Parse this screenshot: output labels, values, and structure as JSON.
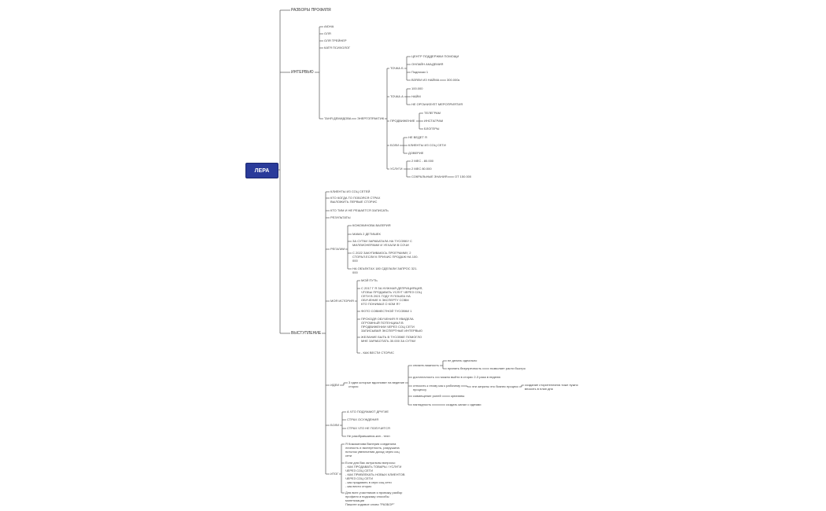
{
  "root": "ЛЕРА",
  "nodes": [
    {
      "id": "razbory",
      "text": "РАЗБОРЫ ПРОФИЛЯ",
      "parent": "root"
    },
    {
      "id": "intervyu",
      "text": "ИНТЕРВЬЮ",
      "parent": "root"
    },
    {
      "id": "i1",
      "text": "АЮНА",
      "parent": "intervyu"
    },
    {
      "id": "i2",
      "text": "ОЛЯ",
      "parent": "intervyu"
    },
    {
      "id": "i3",
      "text": "ОЛЯ ТРЕЙНЕР",
      "parent": "intervyu"
    },
    {
      "id": "i4",
      "text": "КАТЯ ПСИХОЛОГ",
      "parent": "intervyu"
    },
    {
      "id": "tanya",
      "text": "ТАНЯ ДЕМИДОВА",
      "parent": "intervyu"
    },
    {
      "id": "energo",
      "text": "ЭНЕРГОПРАКТИК",
      "parent": "tanya"
    },
    {
      "id": "tochkab",
      "text": "ТОЧКА Б",
      "parent": "energo"
    },
    {
      "id": "b1",
      "text": "ЦЕНТР ПОДДЕРЖКИ ПОМОЩИ",
      "parent": "tochkab"
    },
    {
      "id": "b2",
      "text": "ОНЛАЙН АКАДЕМИЯ",
      "parent": "tochkab"
    },
    {
      "id": "b3",
      "text": "Подписки 1",
      "parent": "tochkab"
    },
    {
      "id": "b4",
      "text": "ВЗЯЛИ ИЗ НАЙМА",
      "parent": "tochkab"
    },
    {
      "id": "b4a",
      "text": "300.000к",
      "parent": "b4"
    },
    {
      "id": "tochkaa",
      "text": "ТОЧКА А",
      "parent": "energo"
    },
    {
      "id": "a1",
      "text": "100.000",
      "parent": "tochkaa"
    },
    {
      "id": "a2",
      "text": "НАЙМ",
      "parent": "tochkaa"
    },
    {
      "id": "a3",
      "text": "НЕ ОРГАНИЗУЕТ МЕРОПРИЯТИЯ",
      "parent": "tochkaa"
    },
    {
      "id": "prod",
      "text": "ПРОДВИЖЕНИЕ",
      "parent": "energo"
    },
    {
      "id": "p1",
      "text": "ТЕЛЕГРАМ",
      "parent": "prod"
    },
    {
      "id": "p2",
      "text": "ИНСТАГРАМ",
      "parent": "prod"
    },
    {
      "id": "p3",
      "text": "БЛОГЕРЫ",
      "parent": "prod"
    },
    {
      "id": "boli",
      "text": "БОЛИ",
      "parent": "energo"
    },
    {
      "id": "bo1",
      "text": "НЕ ВЕДЕТ Я",
      "parent": "boli"
    },
    {
      "id": "bo2",
      "text": "КЛИЕНТЫ ИЗ СОЦ СЕТИ",
      "parent": "boli"
    },
    {
      "id": "bo3",
      "text": "ДОВЕРИЕ",
      "parent": "boli"
    },
    {
      "id": "uslugi",
      "text": "УСЛУГИ",
      "parent": "energo"
    },
    {
      "id": "u1",
      "text": "2 МЕС - 80.000",
      "parent": "uslugi"
    },
    {
      "id": "u2",
      "text": "2 МЕС 80.000",
      "parent": "uslugi"
    },
    {
      "id": "u3",
      "text": "СОКРАЛЬНЫЕ ЗНАНИЯ",
      "parent": "uslugi"
    },
    {
      "id": "u3a",
      "text": "ОТ 150.000",
      "parent": "u3"
    },
    {
      "id": "vyst",
      "text": "ВЫСТУПЛЕНИЕ",
      "parent": "root"
    },
    {
      "id": "v1",
      "text": "КЛИЕНТЫ ИЗ СОЦ СЕТЕЙ",
      "parent": "vyst"
    },
    {
      "id": "v2",
      "text": "КТО КОГДА ТО ПОБОЯСЯ СТРАХ\nВЫЛОЖИТЬ ПЕРВЫЕ СТОРИС",
      "parent": "vyst"
    },
    {
      "id": "v3",
      "text": "КТО ТИМ И НЕ РЕШАЕТСЯ ЗАПИСАТЬ",
      "parent": "vyst"
    },
    {
      "id": "v4",
      "text": "РЕЗУЛЬТАТЫ",
      "parent": "vyst"
    },
    {
      "id": "regalii",
      "text": "РЕГАЛИИ",
      "parent": "vyst"
    },
    {
      "id": "r1",
      "text": "КОЖОКИНОВА ВАЛЕРИЯ",
      "parent": "regalii"
    },
    {
      "id": "r2",
      "text": "МАМА 2 ДЕТИШЕК",
      "parent": "regalii"
    },
    {
      "id": "r3",
      "text": "ЗА СУТКИ ЗАРАБАТАЛА НА ТУСОВКУ С\nМИЛЛИОНЕРАМИ И УЕХАЛИ В СОЧИ",
      "parent": "regalii"
    },
    {
      "id": "r4",
      "text": "С 2022 ЗАКУПИВАЮСЬ ПРОГРАММУ, 2\nСТОРАЛ.ЕСЛИ К ПРИЧИС ПРОДАЖ НА 100.\n000",
      "parent": "regalii"
    },
    {
      "id": "r5",
      "text": "НА ОБЪЕКТАХ 180 СДЕЛАЛИ ЗАПРОС 321.\n000",
      "parent": "regalii"
    },
    {
      "id": "moya",
      "text": "МОЯ ИСТОРИЯ",
      "parent": "vyst"
    },
    {
      "id": "m1",
      "text": "МОЙ ПУТЬ",
      "parent": "moya"
    },
    {
      "id": "m2",
      "text": "С 2017 Г Я ЗА НУЖНАЯ ДЕПРИЦИЯЦИЯ,\nЧТОБЫ ПРОДАВАТЬ УСЛУГ ЧЕРЕЗ СОЦ\nСЕТИ В 2021 ГОДУ Я ПОШЛА НА\nОБУЧЕНИЕ К ЭКСПЕРТУ СОВМ\nКТО ПОНИМАЛ О КОМ Я?",
      "parent": "moya"
    },
    {
      "id": "m3",
      "text": "ФОТО СОВМЕСТНОЙ ТУСОВКИ 1",
      "parent": "moya"
    },
    {
      "id": "m4",
      "text": "ПРОХОДЯ ОБУЧЕНИЯ Я УВИДЕЛА\nОГРОМНЫЙ ПОТЕНЦИАЛ В\nПРОДВИЖЕНИИ ЧЕРЕЗ СОЦ СЕТИ\nЗАПИСЫВАЯ ЭКСПЕРТНЫЕ ИНТЕРВЬЮ",
      "parent": "moya"
    },
    {
      "id": "m5",
      "text": "ЖЕЛАНИЕ БЫТЬ В ТУСОВКЕ ПОМОГЛО\nМНЕ ЗАРАБОТАТЬ 30.000 ЗА СУТКИ",
      "parent": "moya"
    },
    {
      "id": "m6",
      "text": "- КАК ВЕСТИ СТОРИС",
      "parent": "moya"
    },
    {
      "id": "idei",
      "text": "ИДЕИ",
      "parent": "vyst"
    },
    {
      "id": "id1",
      "text": "3 идеи которые вдохновят на ведение\nсторис",
      "parent": "idei"
    },
    {
      "id": "i1a",
      "text": "снизить важность",
      "parent": "id1"
    },
    {
      "id": "i1a1",
      "text": "не делать идеально",
      "parent": "i1a"
    },
    {
      "id": "i1a2",
      "text": "принять безупречность",
      "parent": "i1a"
    },
    {
      "id": "i1a2a",
      "text": "позволяет расти быстро",
      "parent": "i1a2"
    },
    {
      "id": "i1b",
      "text": "достаточность",
      "parent": "id1"
    },
    {
      "id": "i1b1",
      "text": "можно выйти в сторис 2-3 раза в неделю",
      "parent": "i1b"
    },
    {
      "id": "i1c",
      "text": "относить к этому как к рабочему\nпроцессу",
      "parent": "id1"
    },
    {
      "id": "i1c1",
      "text": "эти затраты это бизнес процесс",
      "parent": "i1c"
    },
    {
      "id": "i1c1a",
      "text": "создание сторителлинга тоже нужно\nвносить в план дня",
      "parent": "i1c1"
    },
    {
      "id": "i1d",
      "text": "совмещение ролей",
      "parent": "id1"
    },
    {
      "id": "i1d1",
      "text": "креативы",
      "parent": "i1d"
    },
    {
      "id": "i1e",
      "text": "наглядность",
      "parent": "id1"
    },
    {
      "id": "i1e1",
      "text": "создать канал с идеями",
      "parent": "i1e"
    },
    {
      "id": "boli2",
      "text": "БОЛИ",
      "parent": "vyst"
    },
    {
      "id": "bb1",
      "text": "А ЧТО ПОДУМАЮТ ДРУГИЕ",
      "parent": "boli2"
    },
    {
      "id": "bb2",
      "text": "СТРАХ ОСУЖДЕНИЯ",
      "parent": "boli2"
    },
    {
      "id": "bb3",
      "text": "СТРАХ ЧТО НЕ ПОЛУЧИТСЯ",
      "parent": "boli2"
    },
    {
      "id": "bb4",
      "text": "Не разобравшиеся-кин - техн",
      "parent": "boli2"
    },
    {
      "id": "itog",
      "text": "ИТОГ",
      "parent": "vyst"
    },
    {
      "id": "it1",
      "text": "Я Кожокинова Валерия соединила\nличность и экспертность, разрушила\nпотолок увеличения доход через соц\nсети",
      "parent": "itog"
    },
    {
      "id": "it2",
      "text": "Если для Вас актуальны вопросы:\n- КАК ПРОДАВАТЬ ТОВАРЫ / УСЛУГИ\nЧЕРЕЗ СОЦ СЕТИ\n- КАК ПРИВЛЕКАТЬ НОВЫХ КЛИЕНТОВ\nЧЕРЕЗ СОЦ СЕТИ\n- как продавать в сери соц сети\n- как вести сторис",
      "parent": "itog"
    },
    {
      "id": "it3",
      "text": "Для всех участников я провожу разбор\nпрофиля и подскажу способы\nмонетизации\nПишите кодовое слово \"РАЗБОР\"",
      "parent": "itog"
    }
  ]
}
